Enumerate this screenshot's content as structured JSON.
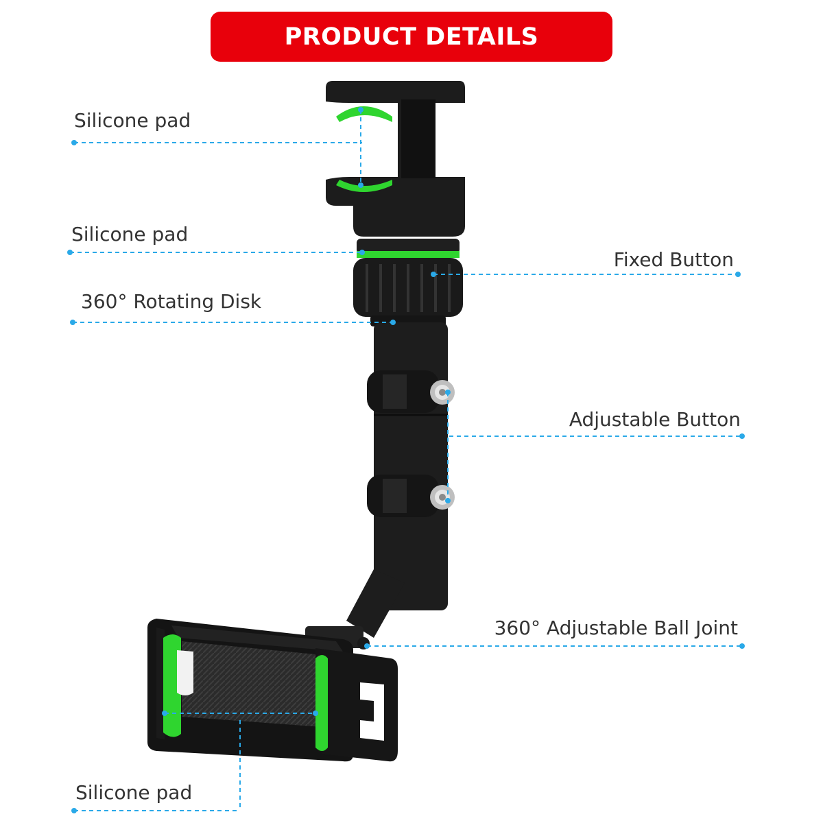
{
  "header": {
    "title": "PRODUCT DETAILS"
  },
  "labels": {
    "silicone_pad_top": "Silicone pad",
    "silicone_pad_middle": "Silicone pad",
    "rotating_disk": "360° Rotating Disk",
    "fixed_button": "Fixed Button",
    "adjustable_button": "Adjustable Button",
    "ball_joint": "360° Adjustable Ball Joint",
    "silicone_pad_bottom": "Silicone pad"
  },
  "colors": {
    "banner": "#e8000b",
    "banner_text": "#ffffff",
    "label_text": "#333333",
    "leader_line": "#2aa9e8",
    "body": "#1b1b1b",
    "accent_green": "#2fd52f"
  }
}
